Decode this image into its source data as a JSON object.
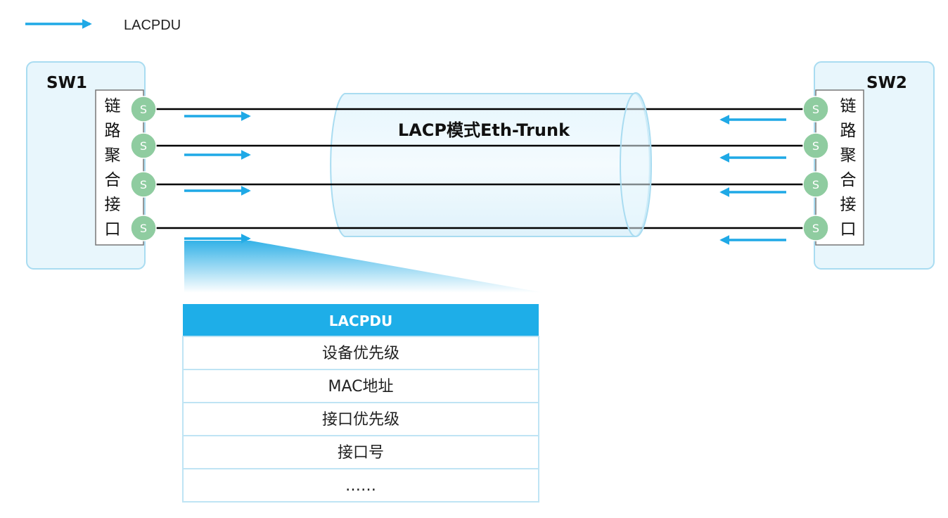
{
  "legend": {
    "label": "LACPDU"
  },
  "switches": {
    "left": {
      "name": "SW1",
      "aggregation_label": [
        "链",
        "路",
        "聚",
        "合",
        "接",
        "口"
      ]
    },
    "right": {
      "name": "SW2",
      "aggregation_label": [
        "链",
        "路",
        "聚",
        "合",
        "接",
        "口"
      ]
    }
  },
  "ports": {
    "label": "S"
  },
  "trunk": {
    "label": "LACP模式Eth-Trunk"
  },
  "lacpdu_table": {
    "header": "LACPDU",
    "rows": [
      "设备优先级",
      "MAC地址",
      "接口优先级",
      "接口号",
      "……"
    ]
  },
  "colors": {
    "arrow": "#1fa9e6",
    "port": "#8fcca0",
    "switch_bg": "#e8f6fc",
    "table_header": "#1eaee8"
  }
}
